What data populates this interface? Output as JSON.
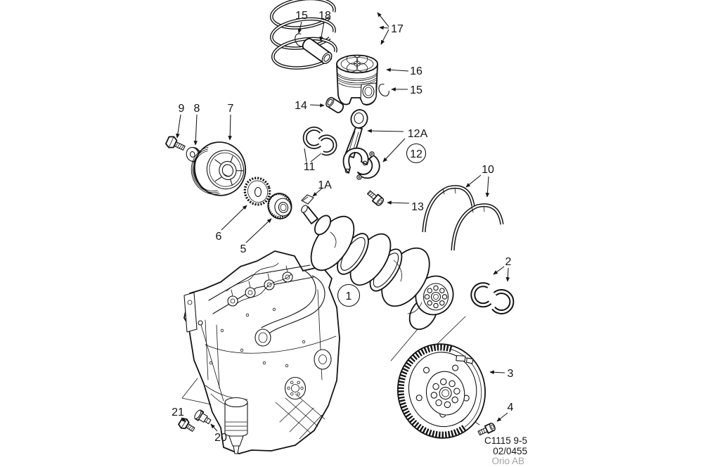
{
  "diagram": {
    "type": "exploded-parts-illustration",
    "subject": "engine crankshaft, piston and flywheel assembly",
    "labels": {
      "p15a": "15",
      "p18": "18",
      "p17": "17",
      "p16": "16",
      "p15b": "15",
      "p14": "14",
      "p12a": "12A",
      "p12": "12",
      "p11": "11",
      "p1a": "1A",
      "p13": "13",
      "p9": "9",
      "p8": "8",
      "p7": "7",
      "p6": "6",
      "p5": "5",
      "p10": "10",
      "p2": "2",
      "p1": "1",
      "p3": "3",
      "p4": "4",
      "p21": "21",
      "p20": "20"
    },
    "footer": {
      "code": "C1115 9-5",
      "issue": "02/0455",
      "brand": "Orio AB"
    },
    "colors": {
      "line": "#141414",
      "muted_text": "#a3a3a3",
      "background": "#ffffff"
    }
  }
}
